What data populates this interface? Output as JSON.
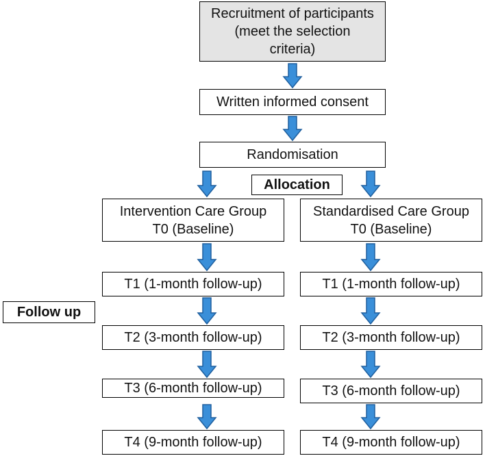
{
  "nodes": {
    "recruitment": "Recruitment of participants\n(meet the selection\ncriteria)",
    "consent": "Written informed consent",
    "randomisation": "Randomisation",
    "allocation": "Allocation",
    "follow_up": "Follow up",
    "intervention_group": "Intervention Care Group\nT0 (Baseline)",
    "standardised_group": "Standardised Care Group\nT0 (Baseline)",
    "intervention_t1": "T1 (1-month follow-up)",
    "intervention_t2": "T2 (3-month follow-up)",
    "intervention_t3": "T3 (6-month follow-up)",
    "intervention_t4": "T4 (9-month follow-up)",
    "standardised_t1": "T1 (1-month follow-up)",
    "standardised_t2": "T2 (3-month follow-up)",
    "standardised_t3": "T3 (6-month follow-up)",
    "standardised_t4": "T4 (9-month follow-up)"
  },
  "colors": {
    "arrow_fill": "#3a8fd9",
    "arrow_stroke": "#1f5f9e",
    "top_box_fill": "#e4e4e4"
  }
}
